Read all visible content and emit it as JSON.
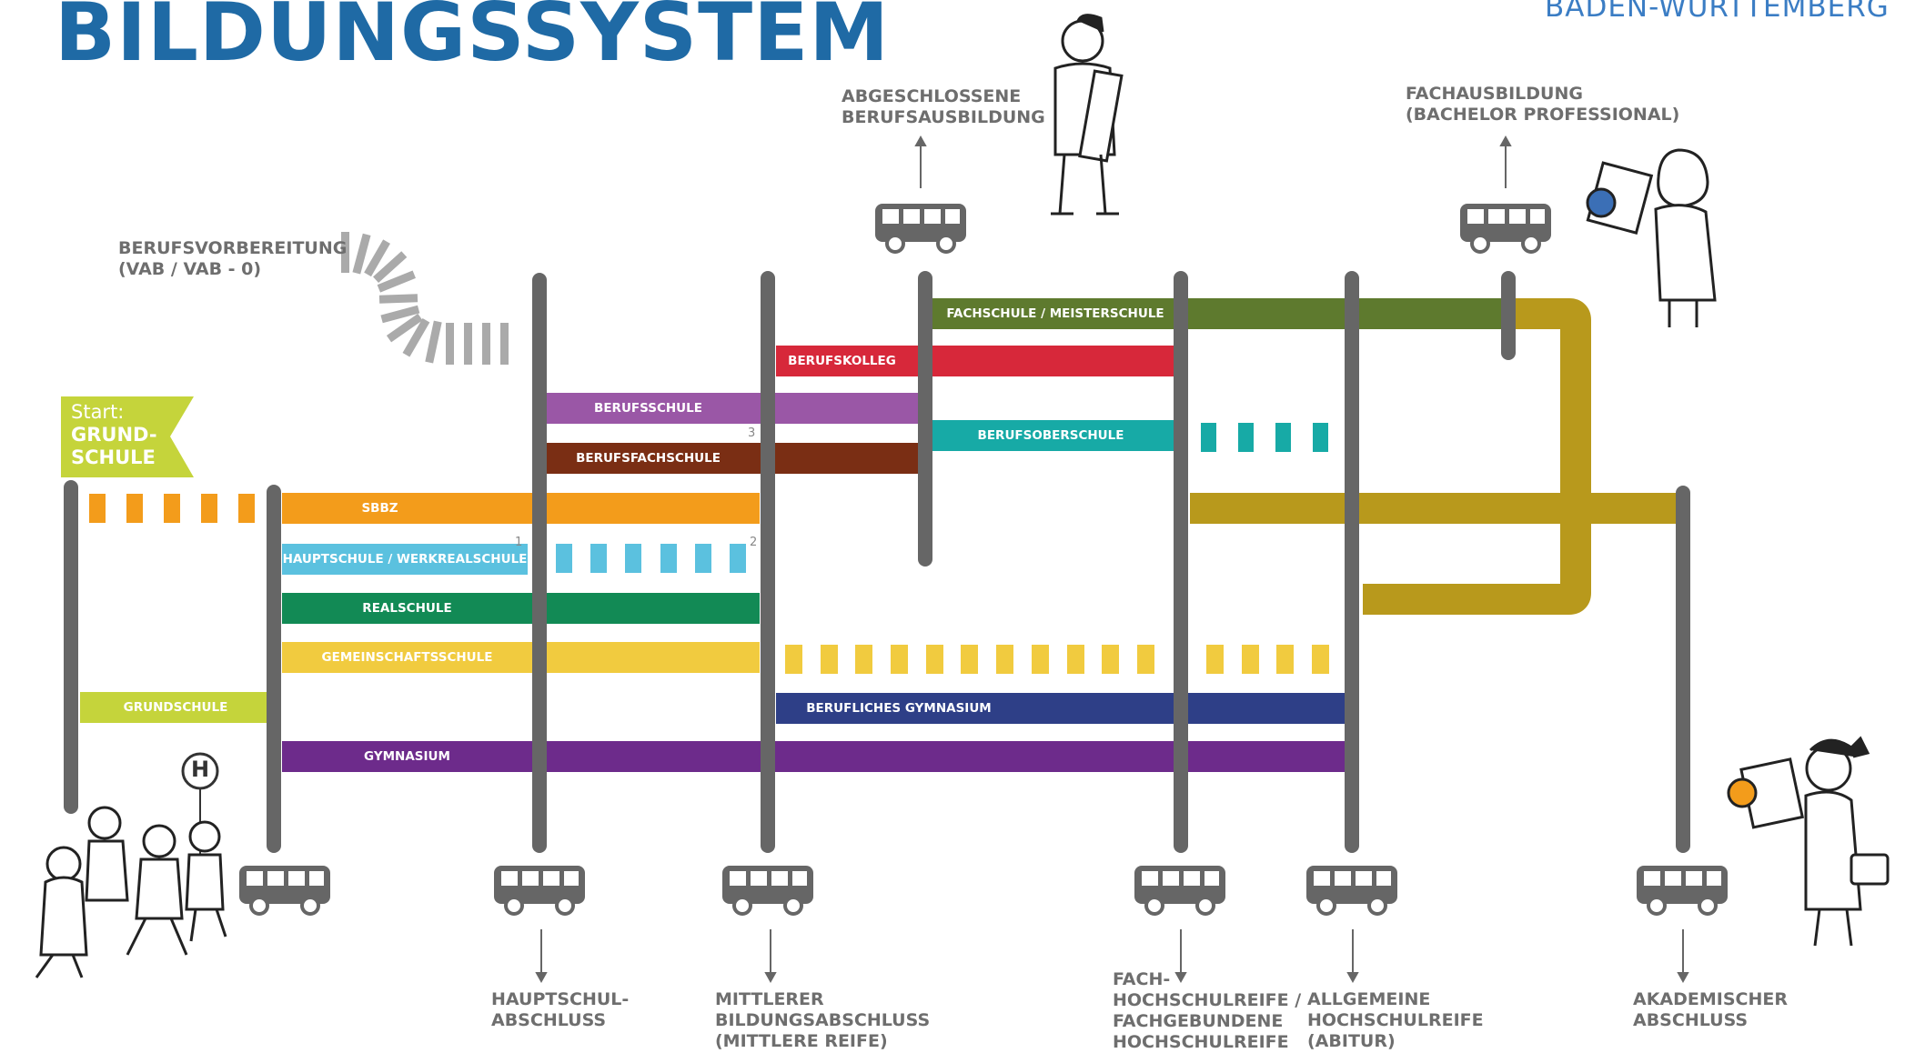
{
  "header": {
    "title": "BILDUNGSSYSTEM",
    "brand": "BADEN-WÜRTTEMBERG"
  },
  "start": {
    "line1": "Start:",
    "line2": "GRUND-",
    "line3": "SCHULE"
  },
  "top_labels": {
    "berufsvorbereitung": [
      "BERUFSVORBEREITUNG",
      "(VAB / VAB - 0)"
    ],
    "abgeschlossene": [
      "ABGESCHLOSSENE",
      "BERUFSAUSBILDUNG"
    ],
    "fachausbildung": [
      "FACHAUSBILDUNG",
      "(BACHELOR PROFESSIONAL)"
    ]
  },
  "bottom_labels": {
    "hauptschul": [
      "HAUPTSCHUL-",
      "ABSCHLUSS"
    ],
    "mittlerer": [
      "MITTLERER",
      "BILDUNGSABSCHLUSS",
      "(MITTLERE REIFE)"
    ],
    "fach": [
      "FACH-",
      "HOCHSCHULREIFE /",
      "FACHGEBUNDENE",
      "HOCHSCHULREIFE"
    ],
    "allgemeine": [
      "ALLGEMEINE",
      "HOCHSCHULREIFE",
      "(ABITUR)"
    ],
    "akademisch": [
      "AKADEMISCHER",
      "ABSCHLUSS"
    ]
  },
  "schools": {
    "fachschule": "FACHSCHULE / MEISTERSCHULE",
    "berufskolleg": "BERUFSKOLLEG",
    "berufsschule": "BERUFSSCHULE",
    "berufsoberschule": "BERUFSOBERSCHULE",
    "berufsfachschule": "BERUFSFACHSCHULE",
    "sbbz": "SBBZ",
    "hauptschule": "HAUPTSCHULE / WERKREALSCHULE",
    "realschule": "REALSCHULE",
    "gemeinschaftsschule": "GEMEINSCHAFTSSCHULE",
    "grundschule": "GRUNDSCHULE",
    "berufliches_gymnasium": "BERUFLICHES GYMNASIUM",
    "gymnasium": "GYMNASIUM"
  },
  "footnotes": {
    "n1": "1",
    "n2": "2",
    "n3": "3"
  },
  "stop_sign": "H",
  "colors": {
    "title": "#1f6aa5",
    "fachschule": "#5e7a2e",
    "berufskolleg": "#d7283a",
    "berufsschule": "#9a57a6",
    "berufsoberschule": "#17aaa6",
    "berufsfachschule": "#7a2e14",
    "sbbz": "#f39c1b",
    "hauptschule": "#5bc1df",
    "realschule": "#128a55",
    "gemeinschaftsschule": "#f1cb3f",
    "grundschule": "#c5d43b",
    "berufliches_gymnasium": "#2e3f87",
    "gymnasium": "#6d2b8b",
    "mustard": "#b8991c",
    "pole": "#666666"
  }
}
